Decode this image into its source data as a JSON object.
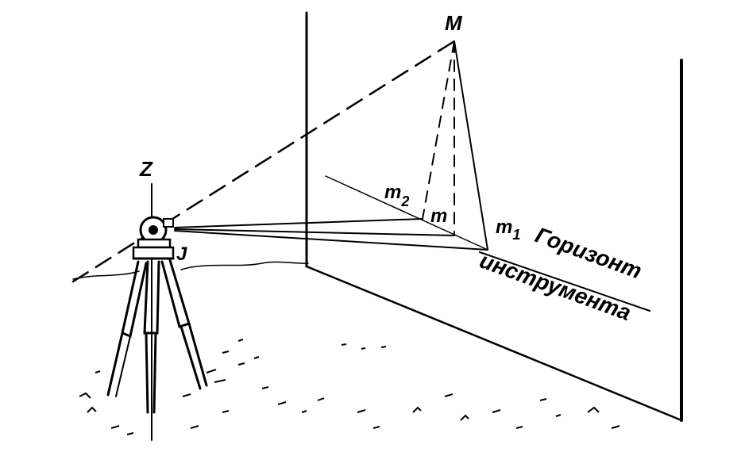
{
  "labels": {
    "point_M": "M",
    "zenith_Z": "Z",
    "instrument_J": "J",
    "point_m": "m",
    "point_m1": "m",
    "point_m1_sub": "1",
    "point_m2": "m",
    "point_m2_sub": "2",
    "horizon_line1": "Горизонт",
    "horizon_line2": "инструмента"
  },
  "colors": {
    "ink": "#000000",
    "paper": "#ffffff"
  }
}
